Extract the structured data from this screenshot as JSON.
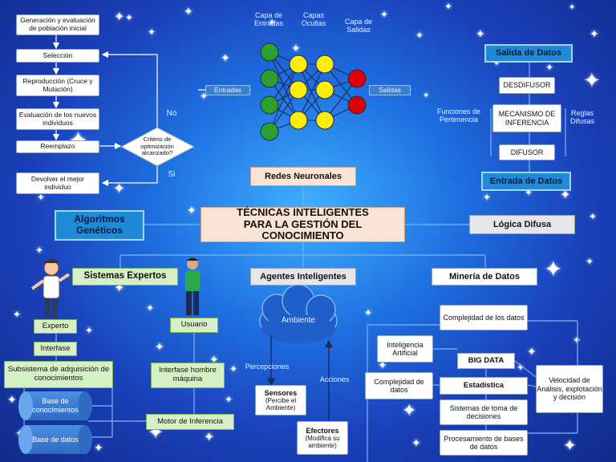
{
  "center_title": "TÉCNICAS INTELIGENTES\nPARA LA GESTIÓN DEL CONOCIMIENTO",
  "algoritmos": {
    "title": "Algoritmos Genéticos",
    "steps": [
      "Generación y evaluación de población inicial",
      "Selección",
      "Reproducción (Cruce y Mutación)",
      "Evaluación de los nuevos individuos",
      "Reemplazo",
      "Devolver el mejor individuo"
    ],
    "decision": "Criterio de optimización alcanzado?",
    "no": "No",
    "si": "Si"
  },
  "redes": {
    "title": "Redes Neuronales",
    "capa_entradas": "Capa de Entradas",
    "capas_ocultas": "Capas Ocultas",
    "capa_salidas": "Capa de Salidas",
    "entradas": "Entradas",
    "salidas": "Salidas"
  },
  "logica": {
    "title": "Lógica Difusa",
    "salida": "Salida de Datos",
    "desdifusor": "DESDIFUSOR",
    "mecanismo": "MECANISMO DE INFERENCIA",
    "difusor": "DIFUSOR",
    "entrada": "Entrada de Datos",
    "funciones": "Funciones de Pertenencia",
    "reglas": "Reglas Difusas"
  },
  "expertos": {
    "title": "Sistemas Expertos",
    "experto": "Experto",
    "usuario": "Usuario",
    "interfase": "Interfase",
    "subsistema": "Subsistema de adquisición de conocimientos",
    "interfase_hm": "Interfase hombre máquina",
    "base_conocimientos": "Base de conocimientos",
    "base_datos": "Base de datos",
    "motor": "Motor de Inferencia"
  },
  "agentes": {
    "title": "Agentes Inteligentes",
    "ambiente": "Ambiente",
    "percepciones": "Percepciones",
    "acciones": "Acciones",
    "sensores_t": "Sensores",
    "sensores_s": "(Percibe el Ambiente)",
    "efectores_t": "Efectores",
    "efectores_s": "(Modifica su ambiente)"
  },
  "mineria": {
    "title": "Minería de Datos",
    "complejidad_datos": "Complejidad de los datos",
    "inteligencia": "Inteligencia Artificial",
    "big_data": "BIG DATA",
    "velocidad": "Velocidad de Análisis, explotación y decisión",
    "complejidad2": "Complejidad de datos",
    "estadistica": "Estadística",
    "sistemas_toma": "Sistemas de toma de decisiones",
    "procesamiento": "Procesamiento de bases de datos"
  },
  "colors": {
    "neuron_input": "#2ca02c",
    "neuron_hidden": "#ffee00",
    "neuron_output": "#e00000"
  }
}
